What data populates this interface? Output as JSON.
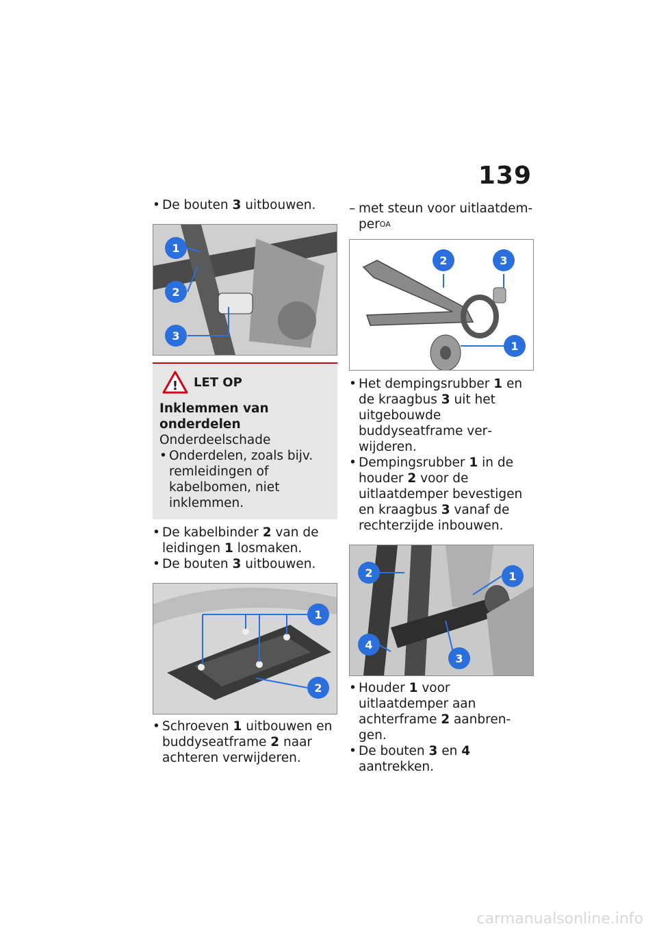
{
  "page_number": "139",
  "left": {
    "step1": {
      "pre": "De bouten ",
      "num": "3",
      "post": " uitbouwen."
    },
    "fig1": {
      "callouts": [
        "1",
        "2",
        "3"
      ]
    },
    "notice": {
      "title": "LET OP",
      "subtitle": "Inklemmen van onderdelen",
      "consequence": "Onderdeelschade",
      "action": "Onderdelen, zoals bijv. rem­leidingen of kabelbomen, niet inklemmen."
    },
    "step2": {
      "pre": "De kabelbinder ",
      "num": "2",
      "mid": " van de lei­dingen ",
      "num2": "1",
      "post": " losmaken."
    },
    "step3": {
      "pre": "De bouten ",
      "num": "3",
      "post": " uitbouwen."
    },
    "fig2": {
      "callouts": [
        "1",
        "2"
      ]
    },
    "step4": {
      "pre": "Schroeven ",
      "num": "1",
      "mid": " uitbouwen en buddyseatframe ",
      "num2": "2",
      "post": " naar achte­ren verwijderen."
    }
  },
  "right": {
    "option": {
      "text": "met steun voor uitlaatdem­per",
      "sup": "OA"
    },
    "fig3": {
      "callouts": [
        "2",
        "3",
        "1"
      ]
    },
    "step1": {
      "pre": "Het dempingsrubber ",
      "num": "1",
      "mid": " en de kraagbus ",
      "num2": "3",
      "post": " uit het uitge­bouwde buddyseatframe ver­wijderen."
    },
    "step2": {
      "pre": "Dempingsrubber ",
      "num": "1",
      "mid": " in de hou­der ",
      "num2": "2",
      "mid2": " voor de uitlaatdemper bevestigen en kraagbus ",
      "num3": "3",
      "post": " vanaf de rechterzijde inbou­wen."
    },
    "fig4": {
      "callouts": [
        "2",
        "1",
        "4",
        "3"
      ]
    },
    "step3": {
      "pre": "Houder ",
      "num": "1",
      "mid": " voor uitlaatdemper aan achterframe ",
      "num2": "2",
      "post": " aanbren­gen."
    },
    "step4": {
      "pre": "De bouten ",
      "num": "3",
      "mid": " en ",
      "num2": "4",
      "post": " aantrekken."
    }
  },
  "colors": {
    "callout": "#2a6fdb",
    "notice_rule": "#d0021b",
    "notice_bg": "#e6e6e6"
  },
  "footer_watermark": "carmanualsonline.info"
}
